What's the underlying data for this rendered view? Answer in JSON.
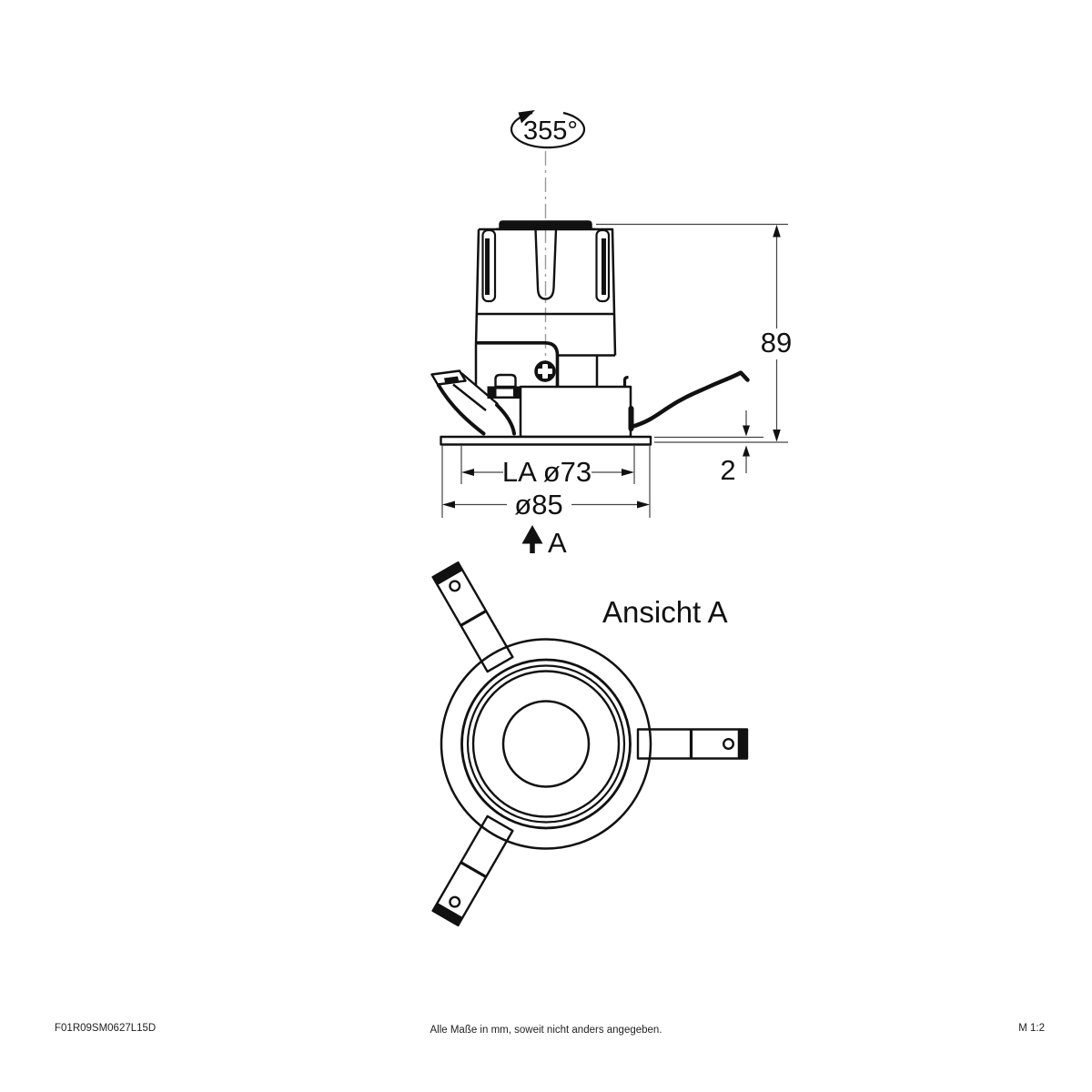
{
  "drawing": {
    "rotation_indicator": {
      "angle_label": "355°"
    },
    "side_view": {
      "dim_height": "89",
      "dim_flange_thickness": "2",
      "dim_cutout_diameter": "LA ø73",
      "dim_outer_diameter": "ø85",
      "view_arrow_label": "A"
    },
    "bottom_view": {
      "title": "Ansicht A"
    },
    "line_color": "#111111",
    "dim_line_color": "#444444"
  },
  "footer": {
    "article_code": "F01R09SM0627L15D",
    "note": "Alle Maße in mm, soweit nicht anders angegeben.",
    "scale": "M 1:2"
  }
}
